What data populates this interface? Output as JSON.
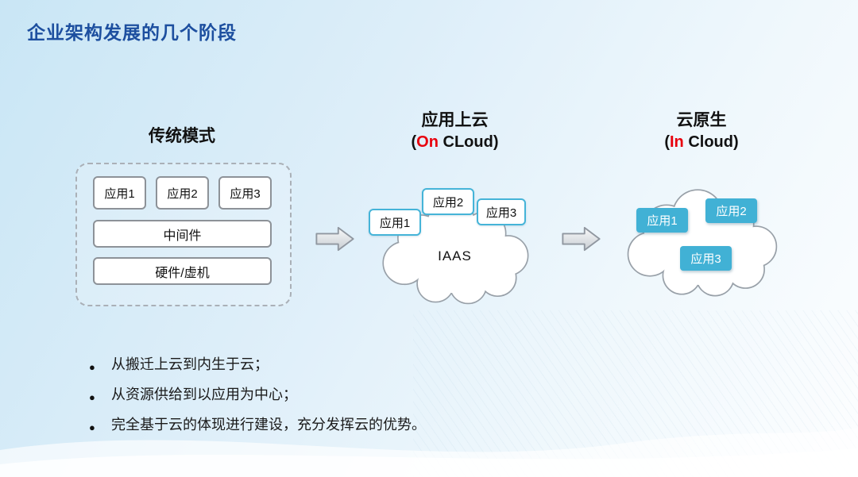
{
  "slide": {
    "title": "企业架构发展的几个阶段",
    "colors": {
      "title_blue": "#1d4f9f",
      "accent_red": "#e8000d",
      "app_fill_cyan": "#41b1d5",
      "app_border_cyan": "#45b4d8"
    }
  },
  "stages": {
    "traditional": {
      "label": "传统模式",
      "apps": [
        "应用1",
        "应用2",
        "应用3"
      ],
      "middleware": "中间件",
      "hardware": "硬件/虚机"
    },
    "on_cloud": {
      "label": "应用上云",
      "sub_prefix": "(",
      "sub_highlight": "On",
      "sub_suffix": " CLoud)",
      "cloud_label": "IAAS",
      "apps": [
        "应用1",
        "应用2",
        "应用3"
      ]
    },
    "in_cloud": {
      "label": "云原生",
      "sub_prefix": "(",
      "sub_highlight": "In",
      "sub_suffix": " Cloud)",
      "apps": [
        "应用1",
        "应用2",
        "应用3"
      ]
    }
  },
  "bullets": [
    "从搬迁上云到内生于云；",
    "从资源供给到以应用为中心；",
    "完全基于云的体现进行建设，充分发挥云的优势。"
  ]
}
